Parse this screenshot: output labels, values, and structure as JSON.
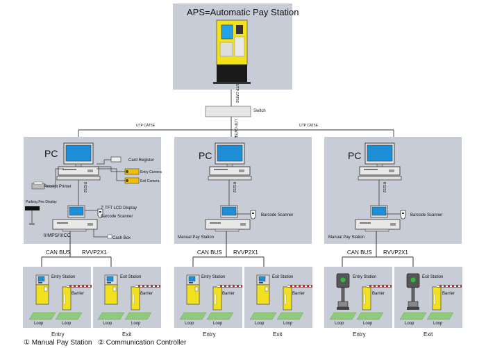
{
  "aps": {
    "title": "APS=Automatic Pay Station"
  },
  "switch": {
    "label": "Switch"
  },
  "cables": {
    "uplink": "UTP CAT5E",
    "left": "UTP CAT5E",
    "middle": "UTP CAT5E",
    "right": "UTP CAT5E",
    "rs232": "RS232"
  },
  "panels": [
    {
      "pc": "PC",
      "card_register": "Card Register",
      "entry_camera": "Entry Camera",
      "exit_camera": "Exit Camera",
      "receipt_printer": "Receipt Printer",
      "parking_fee_display": "Parking Fee Display",
      "lcd": "7' TFT LCD Display",
      "barcode": "Barcode Scanner",
      "cash_box": "Cash Box",
      "station": "①MPS/②CC"
    },
    {
      "pc": "PC",
      "barcode": "Barcode Scanner",
      "station": "Manual Pay Station"
    },
    {
      "pc": "PC",
      "barcode": "Barcode Scanner",
      "station": "Manual Pay Station"
    }
  ],
  "bus": {
    "can": "CAN BUS",
    "rvvp": "RVVP2X1"
  },
  "lanes": {
    "entry_station": "Entry Station",
    "exit_station": "Exit Station",
    "barrier": "Barrier",
    "loop": "Loop",
    "entry": "Entry",
    "exit": "Exit"
  },
  "footer": {
    "mps": "① Manual Pay Station",
    "cc": "② Communication Controller"
  },
  "colors": {
    "panel": "#c7ccd6",
    "kiosk": "#f3e21a",
    "kiosk_base": "#1a1a1a",
    "gate": "#f0e020",
    "loop": "#8fc97c",
    "screen": "#1e8fd6",
    "barrier_red": "#d32020"
  }
}
